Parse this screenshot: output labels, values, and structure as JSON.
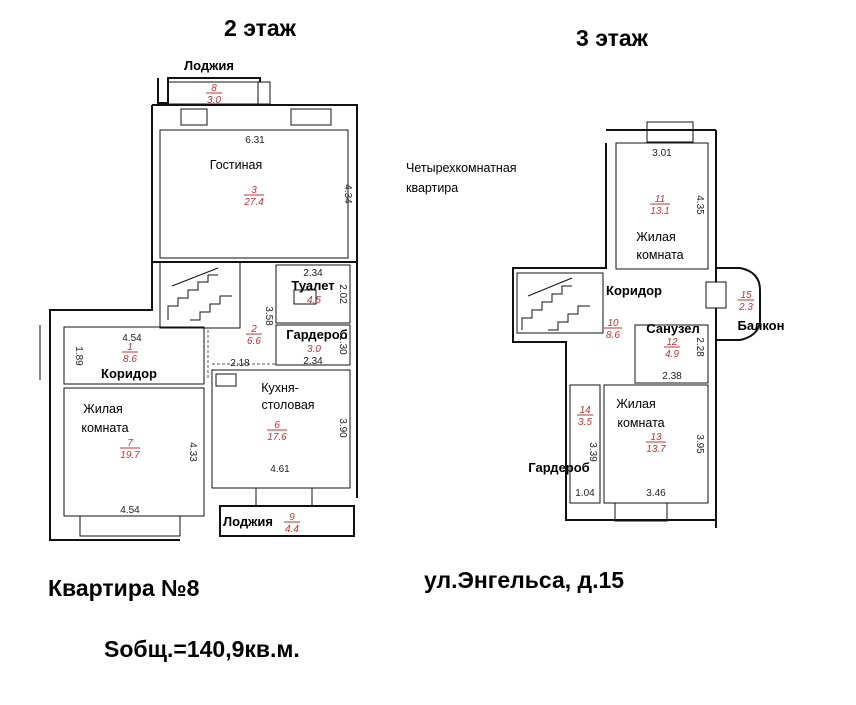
{
  "headings": {
    "floor2": "2 этаж",
    "floor3": "3 этаж",
    "apartment": "Квартира №8",
    "area": "Sобщ.=140,9кв.м.",
    "address": "ул.Энгельса, д.15"
  },
  "description": {
    "line1": "Четырехкомнатная",
    "line2": "квартира"
  },
  "rooms2": {
    "loggia_top": {
      "label": "Лоджия",
      "num": "8",
      "area": "3.0"
    },
    "living": {
      "label": "Гостиная",
      "num": "3",
      "area": "27.4"
    },
    "toilet": {
      "label": "Туалет",
      "num": "",
      "area": "4.5"
    },
    "wardrobe": {
      "label": "Гардероб",
      "num": "",
      "area": "3.0"
    },
    "hall": {
      "num": "2",
      "area": "6.6"
    },
    "corridor": {
      "label": "Коридор",
      "num": "1",
      "area": "8.6"
    },
    "kitchen": {
      "line1": "Кухня-",
      "line2": "столовая",
      "num": "6",
      "area": "17.6"
    },
    "bedroom": {
      "line1": "Жилая",
      "line2": "комната",
      "num": "7",
      "area": "19.7"
    },
    "loggia_bottom": {
      "label": "Лоджия",
      "num": "9",
      "area": "4.4"
    }
  },
  "dims2": {
    "living_w": "6.31",
    "living_h": "4.34",
    "toilet_w": "2.34",
    "toilet_h": "2.02",
    "hall_h": "3.58",
    "wardrobe_w": "2.34",
    "wardrobe_h": "1.30",
    "hall_w": "2.18",
    "corridor_w": "4.54",
    "corridor_h": "1.89",
    "kitchen_h": "3.90",
    "kitchen_w": "4.61",
    "bedroom_h": "4.33",
    "bedroom_w": "4.54"
  },
  "rooms3": {
    "room11": {
      "line1": "Жилая",
      "line2": "комната",
      "num": "11",
      "area": "13.1"
    },
    "corridor": {
      "label": "Коридор",
      "num": "10",
      "area": "8.6"
    },
    "balcony": {
      "label": "Балкон",
      "num": "15",
      "area": "2.3"
    },
    "bath": {
      "label": "Санузел",
      "num": "12",
      "area": "4.9"
    },
    "wardrobe": {
      "label": "Гардероб",
      "num": "14",
      "area": "3.5"
    },
    "room13": {
      "line1": "Жилая",
      "line2": "комната",
      "num": "13",
      "area": "13.7"
    }
  },
  "dims3": {
    "room11_w": "3.01",
    "room11_h": "4.35",
    "bath_h": "2.28",
    "bath_w": "2.38",
    "wardrobe_h": "3.39",
    "wardrobe_w": "1.04",
    "room13_h": "3.95",
    "room13_w": "3.46"
  },
  "colors": {
    "wall": "#111111",
    "annotation_red": "#c83232"
  }
}
